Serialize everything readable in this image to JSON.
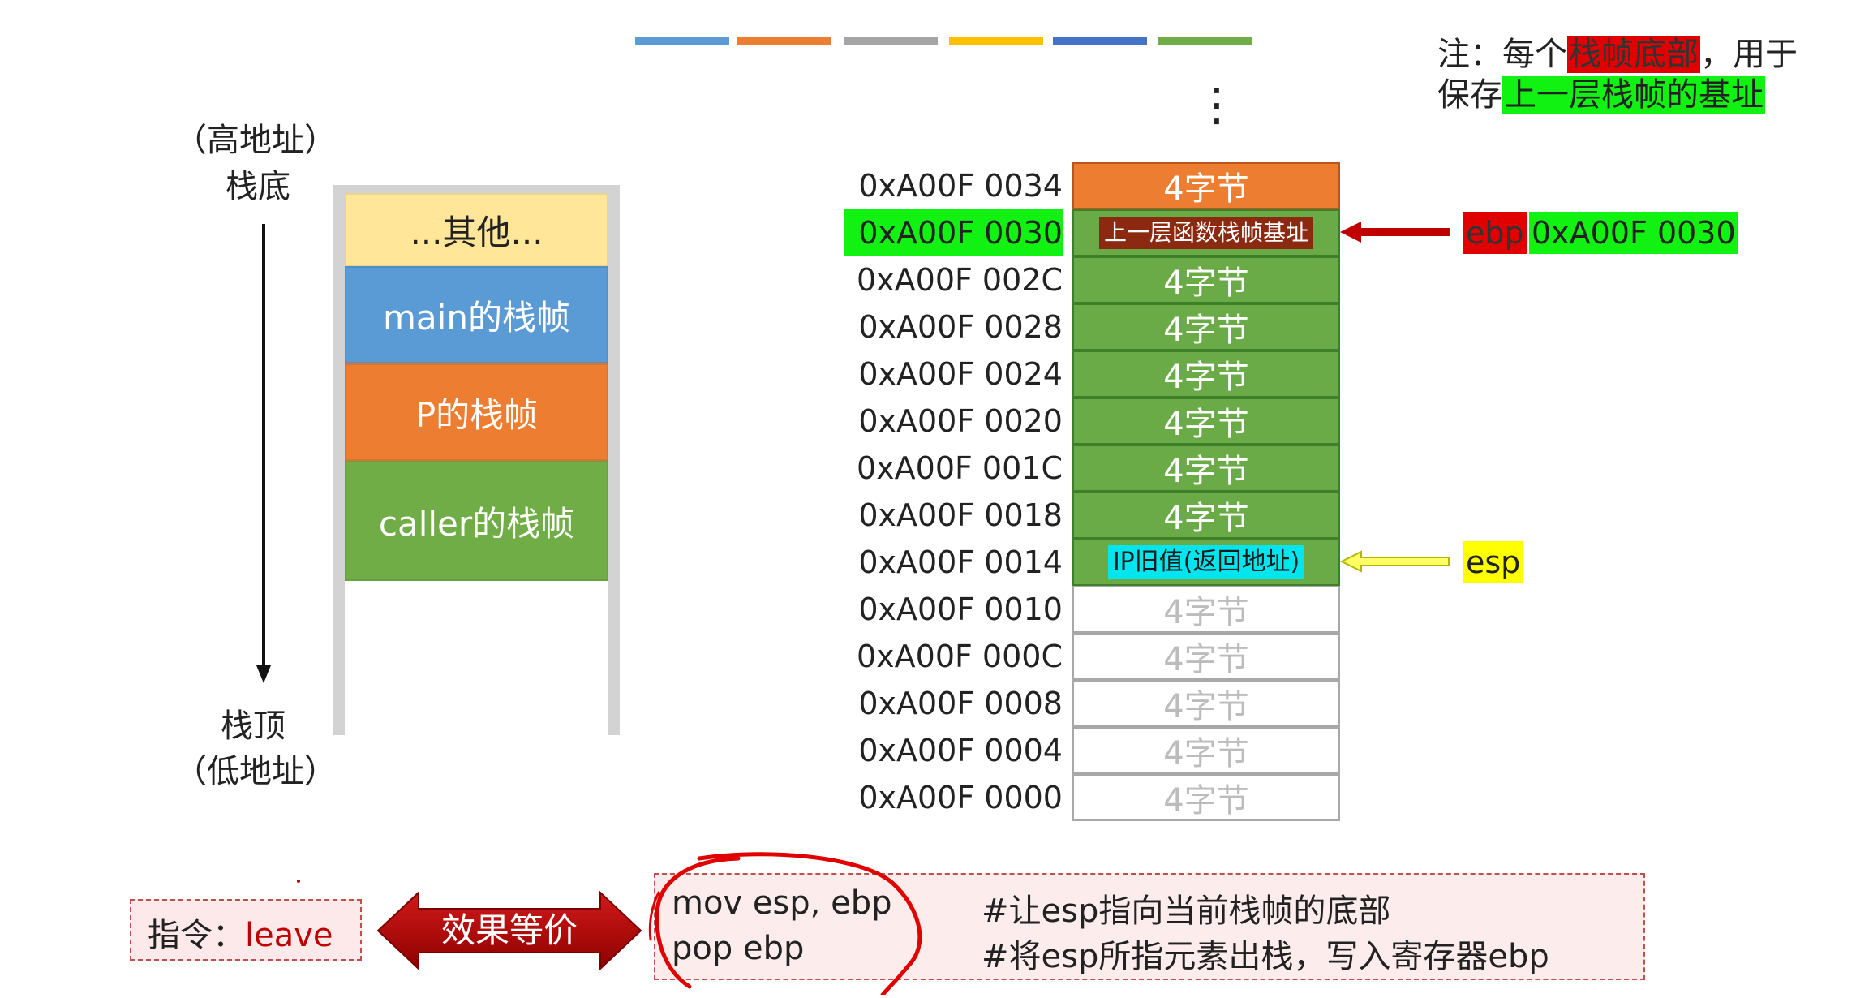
{
  "colors": {
    "strip": [
      "#5b9bd5",
      "#ed7d31",
      "#a5a5a5",
      "#ffc000",
      "#4472c4",
      "#70ad47"
    ],
    "frame_other": "#ffe699",
    "frame_main": "#5b9bd5",
    "frame_p": "#ed7d31",
    "frame_caller": "#70ad47",
    "stack_cell_used": "#6aab47",
    "stack_cell_top": "#ed7d31",
    "highlight_green": "#12f212",
    "highlight_red": "#e00000",
    "highlight_yellow": "#ffff00",
    "arrow_red": "#c00000",
    "arrow_yellow": "#ffff66",
    "annotation_red": "#e00000"
  },
  "note": {
    "line1_prefix": "注：每个",
    "line1_highlight": "栈帧底部",
    "line1_suffix": "，用于",
    "line2_prefix": "保存",
    "line2_highlight": "上一层栈帧的基址"
  },
  "left_stack": {
    "high_addr": "（高地址）",
    "bottom": "栈底",
    "top": "栈顶",
    "low_addr": "（低地址）",
    "frames": [
      {
        "label": "...其他..."
      },
      {
        "label": "main的栈帧"
      },
      {
        "label": "P的栈帧"
      },
      {
        "label": "caller的栈帧"
      }
    ]
  },
  "memory": {
    "ellipsis": "⋮",
    "rows": [
      {
        "addr": "0xA00F 0034",
        "content": "4字节",
        "state": "top"
      },
      {
        "addr": "0xA00F 0030",
        "content": "上一层函数栈帧基址",
        "state": "prev_base"
      },
      {
        "addr": "0xA00F 002C",
        "content": "4字节",
        "state": "used"
      },
      {
        "addr": "0xA00F 0028",
        "content": "4字节",
        "state": "used"
      },
      {
        "addr": "0xA00F 0024",
        "content": "4字节",
        "state": "used"
      },
      {
        "addr": "0xA00F 0020",
        "content": "4字节",
        "state": "used"
      },
      {
        "addr": "0xA00F 001C",
        "content": "4字节",
        "state": "used"
      },
      {
        "addr": "0xA00F 0018",
        "content": "4字节",
        "state": "used"
      },
      {
        "addr": "0xA00F 0014",
        "content": "IP旧值(返回地址)",
        "state": "ret"
      },
      {
        "addr": "0xA00F 0010",
        "content": "4字节",
        "state": "empty"
      },
      {
        "addr": "0xA00F 000C",
        "content": "4字节",
        "state": "empty"
      },
      {
        "addr": "0xA00F 0008",
        "content": "4字节",
        "state": "empty"
      },
      {
        "addr": "0xA00F 0004",
        "content": "4字节",
        "state": "empty"
      },
      {
        "addr": "0xA00F 0000",
        "content": "4字节",
        "state": "empty"
      }
    ]
  },
  "registers": {
    "ebp": {
      "name": "ebp",
      "value": "0xA00F 0030"
    },
    "esp": {
      "name": "esp"
    }
  },
  "instruction": {
    "prefix": "指令：",
    "name": "leave"
  },
  "equivalence_label": "效果等价",
  "code": [
    {
      "instr": "mov esp, ebp",
      "comment": "#让esp指向当前栈帧的底部"
    },
    {
      "instr": "pop ebp",
      "comment": "#将esp所指元素出栈，写入寄存器ebp"
    }
  ]
}
